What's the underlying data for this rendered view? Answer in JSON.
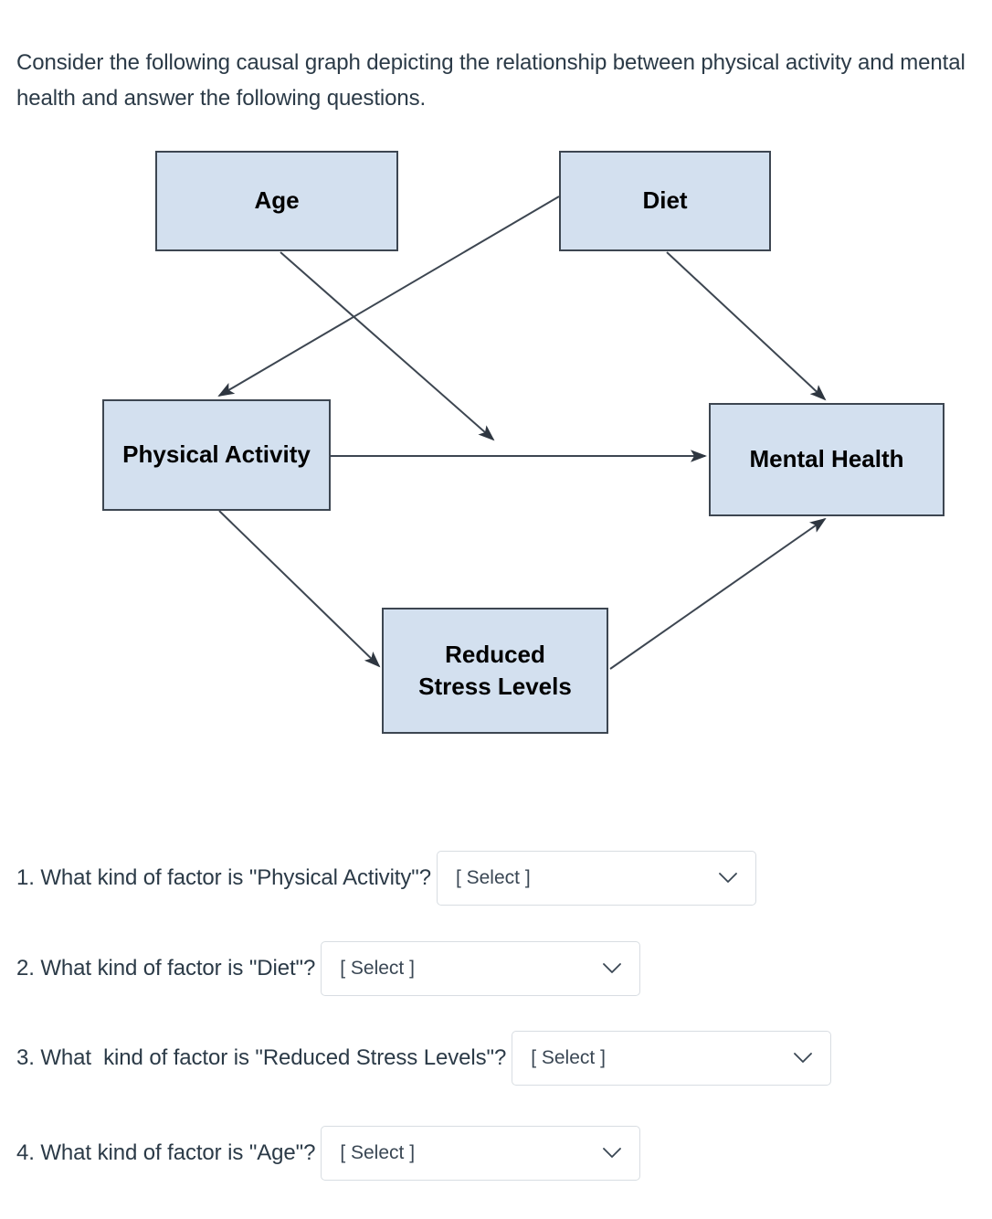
{
  "prompt": {
    "text": "Consider the following causal graph depicting the relationship between physical activity and mental health and answer the following questions."
  },
  "diagram": {
    "type": "causal-dag",
    "node_fill_color": "#d3e0ef",
    "node_border_color": "#3d4651",
    "edge_color": "#3d4651",
    "nodes": [
      {
        "id": "age",
        "label": "Age"
      },
      {
        "id": "diet",
        "label": "Diet"
      },
      {
        "id": "physical_activity",
        "label": "Physical Activity"
      },
      {
        "id": "mental_health",
        "label": "Mental Health"
      },
      {
        "id": "reduced_stress",
        "label": "Reduced\nStress Levels"
      }
    ],
    "edges": [
      {
        "from": "age",
        "to": "physical-activity-to-mental-health-path"
      },
      {
        "from": "diet",
        "to": "physical_activity"
      },
      {
        "from": "diet",
        "to": "mental_health"
      },
      {
        "from": "physical_activity",
        "to": "mental_health"
      },
      {
        "from": "physical_activity",
        "to": "reduced_stress"
      },
      {
        "from": "reduced_stress",
        "to": "mental_health"
      }
    ]
  },
  "questions": [
    {
      "number": "1.",
      "label": "1. What kind of factor is \"Physical Activity\"?",
      "select_value": "[ Select ]"
    },
    {
      "number": "2.",
      "label": "2. What kind of factor is \"Diet\"?",
      "select_value": "[ Select ]"
    },
    {
      "number": "3.",
      "label": "3. What  kind of factor is \"Reduced Stress Levels\"?",
      "select_value": "[ Select ]"
    },
    {
      "number": "4.",
      "label": "4. What kind of factor is \"Age\"?",
      "select_value": "[ Select ]"
    }
  ],
  "icons": {
    "chevron_down": "chevron-down-icon"
  }
}
